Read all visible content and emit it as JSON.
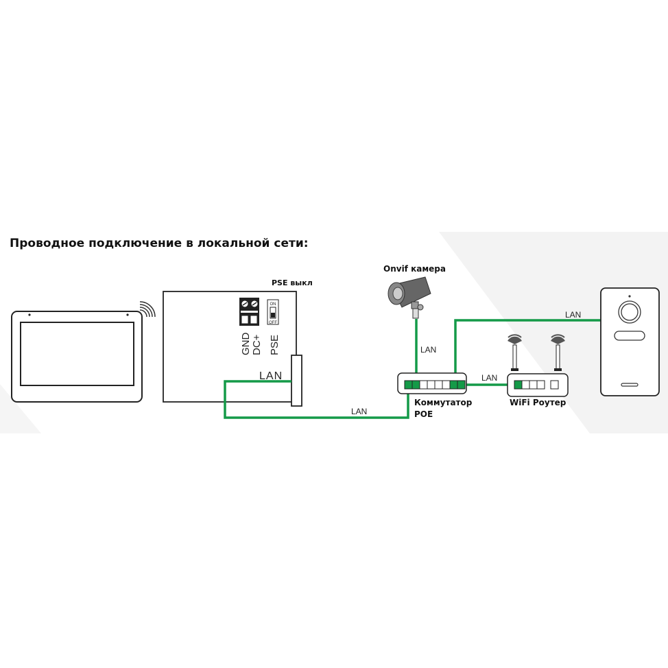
{
  "title": "Проводное подключение в локальной сети:",
  "labels": {
    "pse_off": "PSE выкл",
    "gnd": "GND",
    "dc_plus": "DC+",
    "pse": "PSE",
    "switch_on": "ON",
    "switch_off": "OFF",
    "lan_module": "LAN",
    "lan_bottom": "LAN",
    "lan_camera": "LAN",
    "lan_router": "LAN",
    "lan_intercom": "LAN",
    "camera": "Onvif камера",
    "poe_switch_line1": "Коммутатор",
    "poe_switch_line2": "POE",
    "router": "WiFi Роутер"
  },
  "colors": {
    "cable": "#149a48",
    "outline": "#222222"
  }
}
